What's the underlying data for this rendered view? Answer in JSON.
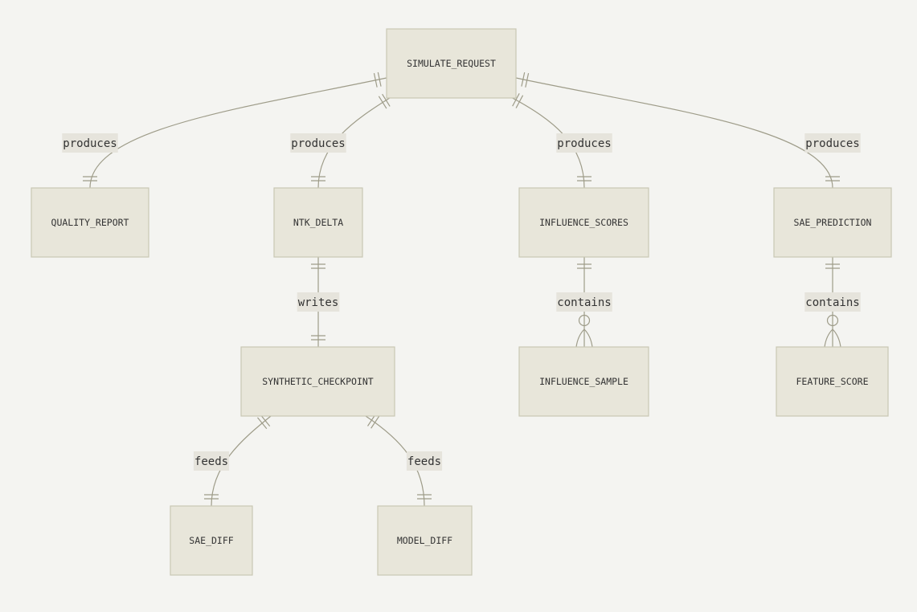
{
  "entities": [
    {
      "id": "simulate_request",
      "label": "SIMULATE_REQUEST"
    },
    {
      "id": "quality_report",
      "label": "QUALITY_REPORT"
    },
    {
      "id": "ntk_delta",
      "label": "NTK_DELTA"
    },
    {
      "id": "influence_scores",
      "label": "INFLUENCE_SCORES"
    },
    {
      "id": "sae_prediction",
      "label": "SAE_PREDICTION"
    },
    {
      "id": "synthetic_checkpoint",
      "label": "SYNTHETIC_CHECKPOINT"
    },
    {
      "id": "influence_sample",
      "label": "INFLUENCE_SAMPLE"
    },
    {
      "id": "feature_score",
      "label": "FEATURE_SCORE"
    },
    {
      "id": "sae_diff",
      "label": "SAE_DIFF"
    },
    {
      "id": "model_diff",
      "label": "MODEL_DIFF"
    }
  ],
  "relationships": [
    {
      "from": "simulate_request",
      "to": "quality_report",
      "label": "produces",
      "from_card": "exactly-one",
      "to_card": "exactly-one"
    },
    {
      "from": "simulate_request",
      "to": "ntk_delta",
      "label": "produces",
      "from_card": "exactly-one",
      "to_card": "exactly-one"
    },
    {
      "from": "simulate_request",
      "to": "influence_scores",
      "label": "produces",
      "from_card": "exactly-one",
      "to_card": "exactly-one"
    },
    {
      "from": "simulate_request",
      "to": "sae_prediction",
      "label": "produces",
      "from_card": "exactly-one",
      "to_card": "exactly-one"
    },
    {
      "from": "ntk_delta",
      "to": "synthetic_checkpoint",
      "label": "writes",
      "from_card": "exactly-one",
      "to_card": "exactly-one"
    },
    {
      "from": "influence_scores",
      "to": "influence_sample",
      "label": "contains",
      "from_card": "exactly-one",
      "to_card": "zero-or-many"
    },
    {
      "from": "sae_prediction",
      "to": "feature_score",
      "label": "contains",
      "from_card": "exactly-one",
      "to_card": "zero-or-many"
    },
    {
      "from": "synthetic_checkpoint",
      "to": "sae_diff",
      "label": "feeds",
      "from_card": "exactly-one",
      "to_card": "exactly-one"
    },
    {
      "from": "synthetic_checkpoint",
      "to": "model_diff",
      "label": "feeds",
      "from_card": "exactly-one",
      "to_card": "exactly-one"
    }
  ]
}
